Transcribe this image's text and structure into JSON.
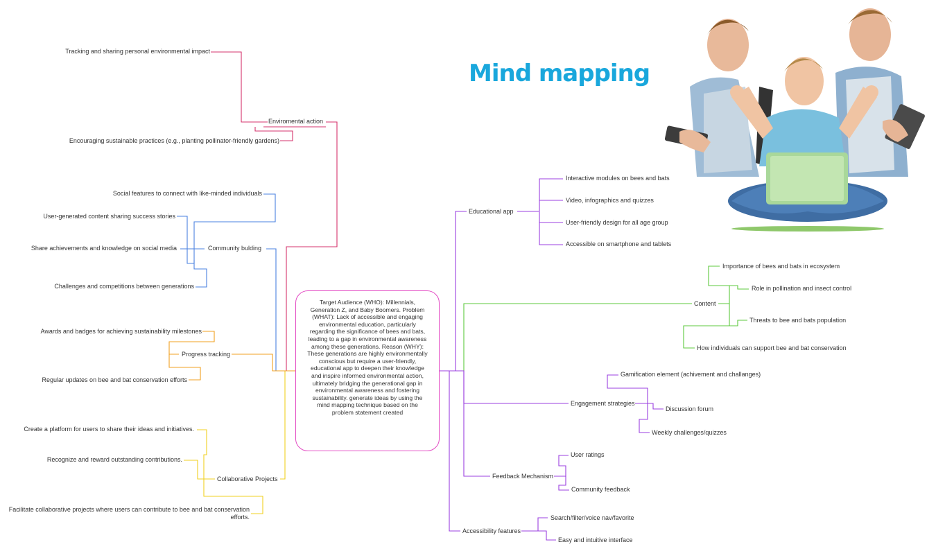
{
  "title": "Mind mapping",
  "center": "Target Audience (WHO): Millennials, Generation Z, and Baby Boomers. Problem (WHAT): Lack of accessible and engaging environmental education,  particularly regarding the significance of bees and bats, leading to a  gap in environmental awareness among these generations. Reason (WHY): These generations are highly environmentally conscious but require a user-friendly, educational app to deepen their knowledge and  inspire informed environmental action, ultimately bridging the  generational gap in environmental awareness and fostering sustainability. generate ideas by using the mind mapping technique based  on the problem statement created",
  "colors": {
    "magenta": "#d6336c",
    "blue": "#4a80e0",
    "orange": "#f0a020",
    "yellow": "#f0d020",
    "purple": "#9b3fe0",
    "green": "#5cc83c",
    "center_border": "#e34cc4",
    "title": "#19a7dc"
  },
  "illustration": {
    "icon": "students-with-laptop-and-tablets-photo"
  },
  "left": {
    "environmental_action": {
      "label": "Enviromental action",
      "children": [
        "Tracking and sharing personal environmental impact",
        "Encouraging sustainable practices (e.g., planting pollinator-friendly gardens)"
      ]
    },
    "community_building": {
      "label": "Community bulding",
      "children": [
        "Social features to connect with like-minded individuals",
        "User-generated content sharing success stories",
        "Share achievements and knowledge on social media",
        "Challenges and competitions between generations"
      ]
    },
    "progress_tracking": {
      "label": "Progress tracking",
      "children": [
        "Awards and badges for achieving sustainability milestones",
        "Regular updates on bee and bat conservation efforts"
      ]
    },
    "collaborative_projects": {
      "label": "Collaborative Projects",
      "children": [
        "Create a platform for users to share their ideas and initiatives.",
        "Recognize and reward outstanding contributions.",
        "Facilitate collaborative projects where users can contribute to bee and bat conservation efforts."
      ]
    }
  },
  "right": {
    "educational_app": {
      "label": "Educational app",
      "children": [
        "Interactive modules on bees and bats",
        "Video, infographics and quizzes",
        "User-friendly design for all age group",
        "Accessible on smartphone and tablets"
      ]
    },
    "content": {
      "label": "Content",
      "children": [
        "Importance of bees and bats in ecosystem",
        "Role in pollination and insect control",
        "Threats to bee and bats population",
        "How individuals can support bee and bat conservation"
      ]
    },
    "engagement": {
      "label": "Engagement strategies",
      "children": [
        "Gamification element (achivement and challanges)",
        "Discussion forum",
        "Weekly challenges/quizzes"
      ]
    },
    "feedback": {
      "label": "Feedback Mechanism",
      "children": [
        "User ratings",
        "Community feedback"
      ]
    },
    "accessibility": {
      "label": "Accessibility features",
      "children": [
        "Search/filter/voice nav/favorite",
        "Easy and intuitive interface"
      ]
    }
  }
}
